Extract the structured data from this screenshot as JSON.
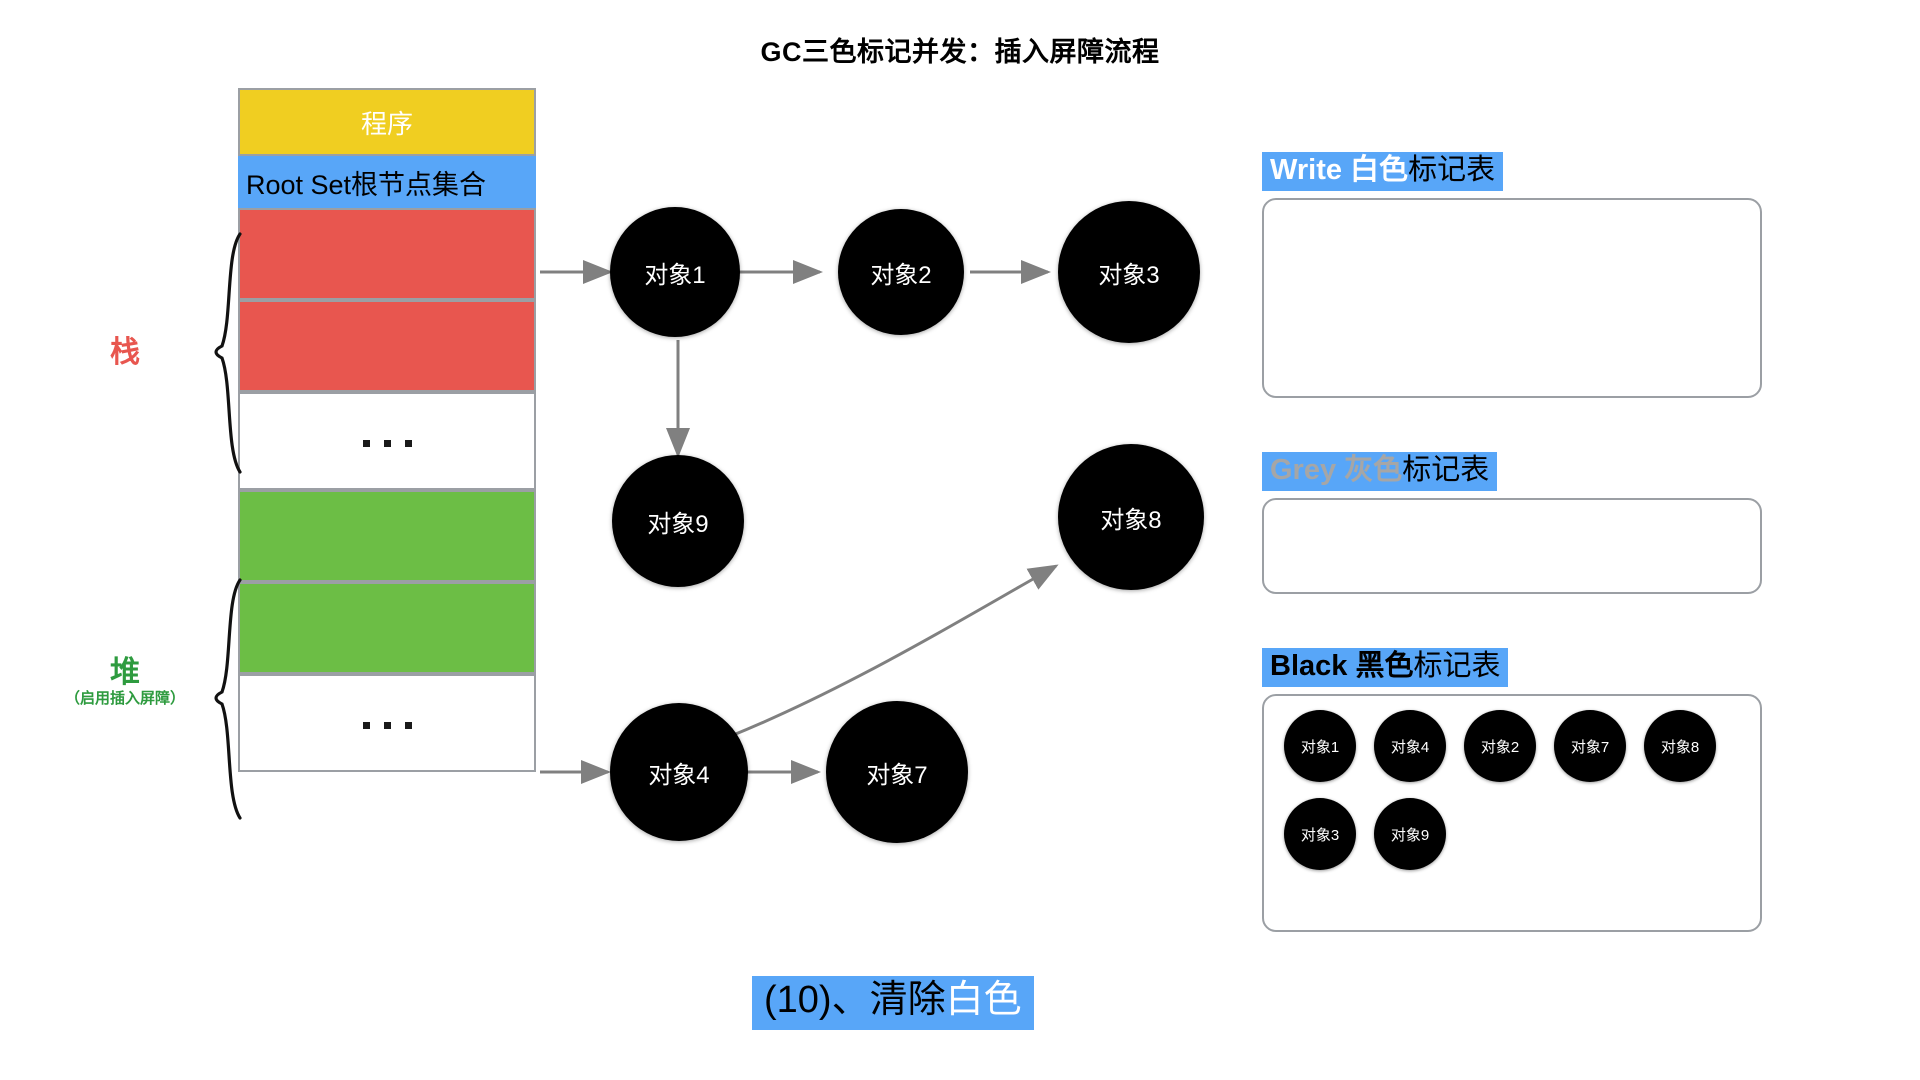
{
  "title": "GC三色标记并发：插入屏障流程",
  "memory_column": {
    "program_label": "程序",
    "root_set_label": "Root Set根节点集合",
    "cells": [
      {
        "kind": "red",
        "label": ""
      },
      {
        "kind": "red",
        "label": ""
      },
      {
        "kind": "white",
        "label": "..."
      },
      {
        "kind": "green",
        "label": ""
      },
      {
        "kind": "green",
        "label": ""
      },
      {
        "kind": "white",
        "label": "..."
      }
    ]
  },
  "side_labels": {
    "stack": {
      "name": "栈",
      "note": "",
      "color": "#e8564f"
    },
    "heap": {
      "name": "堆",
      "note": "（启用插入屏障）",
      "color": "#2e9b3f"
    }
  },
  "graph": {
    "nodes": [
      {
        "id": "obj1",
        "label": "对象1"
      },
      {
        "id": "obj2",
        "label": "对象2"
      },
      {
        "id": "obj3",
        "label": "对象3"
      },
      {
        "id": "obj9",
        "label": "对象9"
      },
      {
        "id": "obj8",
        "label": "对象8"
      },
      {
        "id": "obj4",
        "label": "对象4"
      },
      {
        "id": "obj7",
        "label": "对象7"
      }
    ],
    "edges": [
      {
        "from": "stack-cell-1",
        "to": "obj1"
      },
      {
        "from": "obj1",
        "to": "obj2"
      },
      {
        "from": "obj2",
        "to": "obj3"
      },
      {
        "from": "obj1",
        "to": "obj9"
      },
      {
        "from": "heap-cell-2",
        "to": "obj4"
      },
      {
        "from": "obj4",
        "to": "obj7"
      },
      {
        "from": "obj4",
        "to": "obj8"
      }
    ]
  },
  "mark_tables": [
    {
      "id": "white-table",
      "head_en": "Write ",
      "head_color_word": "白色",
      "head_rest": "标记表",
      "en_text_color": "#ffffff",
      "color_word_color": "#ffffff",
      "items": []
    },
    {
      "id": "grey-table",
      "head_en": "Grey ",
      "head_color_word": "灰色",
      "head_rest": "标记表",
      "en_text_color": "#a6a6a6",
      "color_word_color": "#a6a6a6",
      "items": []
    },
    {
      "id": "black-table",
      "head_en": "Black ",
      "head_color_word": "黑色",
      "head_rest": "标记表",
      "en_text_color": "#000000",
      "color_word_color": "#000000",
      "items": [
        "对象1",
        "对象4",
        "对象2",
        "对象7",
        "对象8",
        "对象3",
        "对象9"
      ]
    }
  ],
  "caption": {
    "prefix": "(10)、清除",
    "highlight": "白色"
  },
  "colors": {
    "accent_blue": "#58a6f8",
    "program_yellow": "#f0ce21",
    "stack_red": "#e8564f",
    "heap_green": "#6cbe45",
    "node_black": "#000000",
    "border_grey": "#9b9fa4",
    "arrow_grey": "#808080"
  }
}
